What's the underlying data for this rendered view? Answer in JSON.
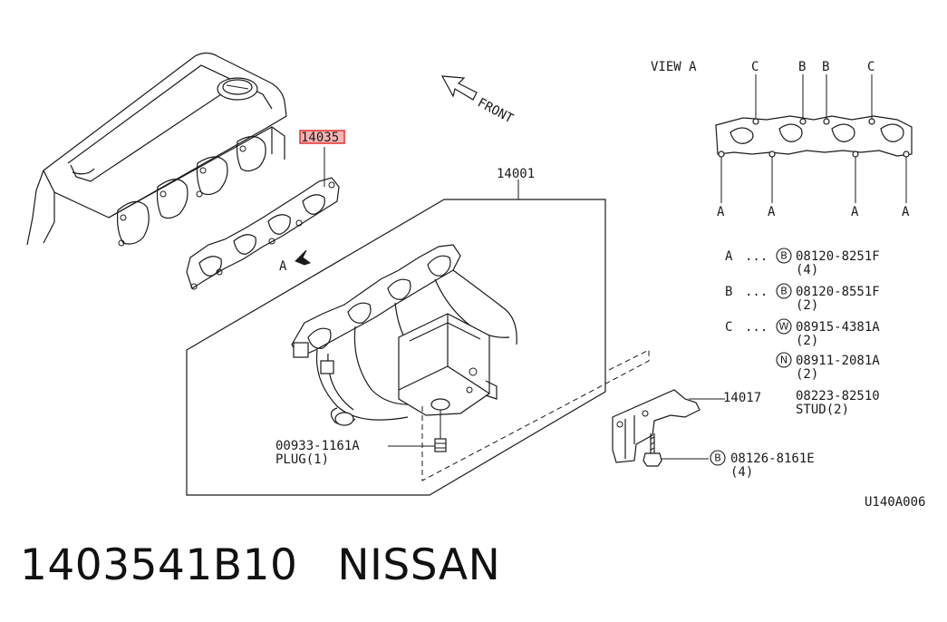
{
  "diagram": {
    "view_label": "VIEW A",
    "front_label": "FRONT",
    "direction_label_a": "A",
    "gasket_part": "14035",
    "manifold_part": "14001",
    "bracket_part": "14017",
    "plug_part": "00933-1161A",
    "plug_label": "PLUG(1)",
    "bolt_part": "08126-8161E",
    "bolt_qty": "(4)",
    "bolt_symbol": "B",
    "figure_code": "U140A006",
    "view_top_labels": [
      "C",
      "B",
      "B",
      "C"
    ],
    "view_bottom_labels": [
      "A",
      "A",
      "A",
      "A"
    ],
    "legend": [
      {
        "key": "A",
        "dots": "...",
        "symbol": "B",
        "part": "08120-8251F",
        "qty": "(4)"
      },
      {
        "key": "B",
        "dots": "...",
        "symbol": "B",
        "part": "08120-8551F",
        "qty": "(2)"
      },
      {
        "key": "C",
        "dots": "...",
        "symbol": "W",
        "part": "08915-4381A",
        "qty": "(2)"
      },
      {
        "key": "",
        "dots": "",
        "symbol": "N",
        "part": "08911-2081A",
        "qty": "(2)"
      }
    ],
    "stud_part": "08223-82510",
    "stud_label": "STUD(2)"
  },
  "footer": {
    "part_number": "1403541B10",
    "brand": "NISSAN"
  }
}
